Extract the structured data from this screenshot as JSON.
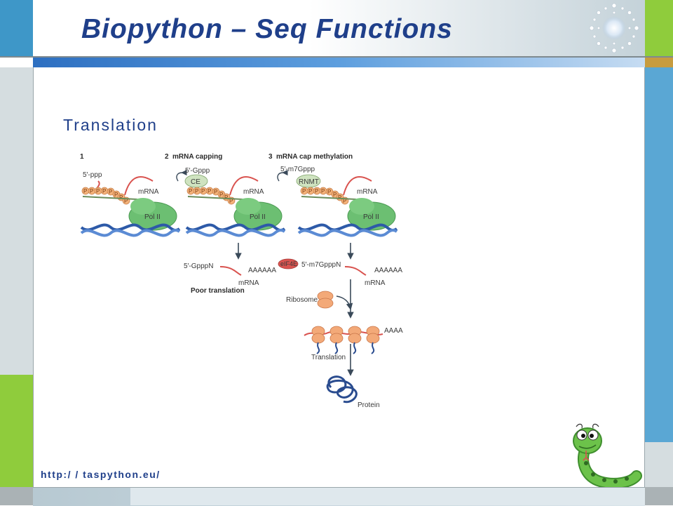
{
  "slide": {
    "title": "Biopython – Seq Functions",
    "subtitle": "Translation",
    "footer_url": "http:/ / taspython.eu/"
  },
  "diagram": {
    "steps": [
      {
        "number": "1",
        "label": ""
      },
      {
        "number": "2",
        "label": "mRNA capping"
      },
      {
        "number": "3",
        "label": "mRNA cap methylation"
      }
    ],
    "step1_end": "5′-ppp",
    "step2_end": "5′-Gppp",
    "step3_end": "5′-m7Gppp",
    "enzyme_ce": "CE",
    "enzyme_rnmt": "RNMT",
    "pol": "Pol II",
    "mrna": "mRNA",
    "phosphate": "P",
    "poor_cap": "5′-GpppN",
    "polyA": "AAAAAA",
    "poor_translation": "Poor translation",
    "eif4e": "eIF4E",
    "good_cap": "5′-m7GpppN",
    "ribosome": "Ribosome",
    "polyA_short": "AAAA",
    "translation": "Translation",
    "protein": "Protein"
  },
  "colors": {
    "title": "#1f3f8a",
    "pol_green": "#6cbf72",
    "rna_red": "#d9534f",
    "phosphate_orange": "#f4b27a",
    "ribosome_orange": "#f3a978",
    "dna_blue": "#2d5aa8",
    "protein_blue": "#2a4c8f"
  }
}
